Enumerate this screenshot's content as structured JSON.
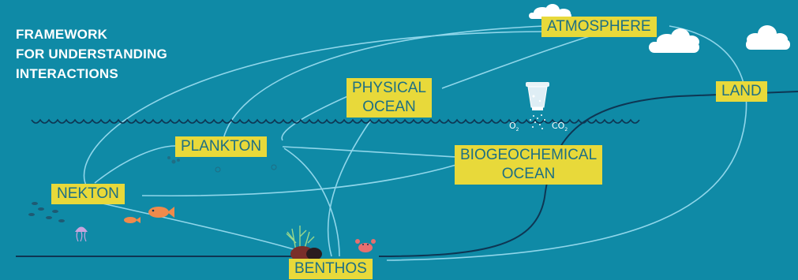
{
  "title": {
    "lines": [
      "FRAMEWORK",
      "FOR UNDERSTANDING",
      "INTERACTIONS"
    ]
  },
  "nodes": {
    "atmosphere": "ATMOSPHERE",
    "land": "LAND",
    "physical_ocean": [
      "PHYSICAL",
      "OCEAN"
    ],
    "plankton": "PLANKTON",
    "biogeochemical_ocean": [
      "BIOGEOCHEMICAL",
      "OCEAN"
    ],
    "nekton": "NEKTON",
    "benthos": "BENTHOS"
  },
  "gases": {
    "o2": "O",
    "o2_sub": "2",
    "co2": "CO",
    "co2_sub": "2"
  },
  "colors": {
    "background": "#0f8aa6",
    "label_fill": "#e8d93a",
    "label_text": "#1d6f84",
    "connector": "#8fd6ea",
    "boundary": "#0e3653",
    "fish": "#f08a4b"
  },
  "icons": [
    "cloud-icon",
    "wave-line",
    "co2-sensor-icon",
    "fish-icon",
    "jellyfish-icon",
    "crab-icon",
    "coral-icon",
    "rock-icon"
  ]
}
